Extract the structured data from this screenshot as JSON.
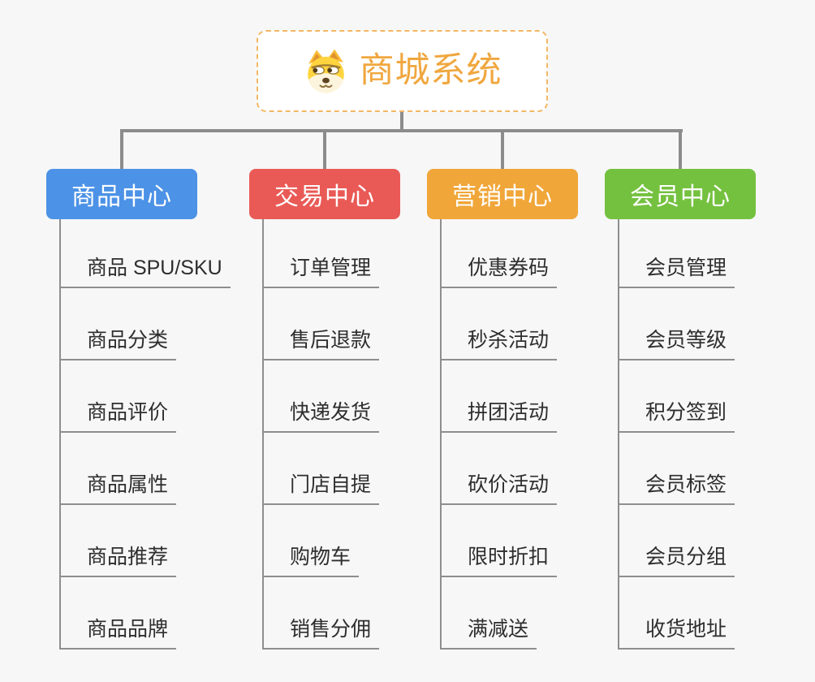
{
  "page": {
    "background": "#f7f7f7",
    "connector_color": "#8c8c8c",
    "leaf_line_color": "#8e8e8e"
  },
  "root": {
    "title": "商城系统",
    "icon": "dog-face",
    "title_color": "#f0a73f",
    "border_color": "#f2b765"
  },
  "branches": [
    {
      "label": "商品中心",
      "color": "#4c92e6",
      "children": [
        "商品 SPU/SKU",
        "商品分类",
        "商品评价",
        "商品属性",
        "商品推荐",
        "商品品牌"
      ]
    },
    {
      "label": "交易中心",
      "color": "#e95a56",
      "children": [
        "订单管理",
        "售后退款",
        "快递发货",
        "门店自提",
        "购物车",
        "销售分佣"
      ]
    },
    {
      "label": "营销中心",
      "color": "#f0a639",
      "children": [
        "优惠券码",
        "秒杀活动",
        "拼团活动",
        "砍价活动",
        "限时折扣",
        "满减送"
      ]
    },
    {
      "label": "会员中心",
      "color": "#74c13f",
      "children": [
        "会员管理",
        "会员等级",
        "积分签到",
        "会员标签",
        "会员分组",
        "收货地址"
      ]
    }
  ]
}
